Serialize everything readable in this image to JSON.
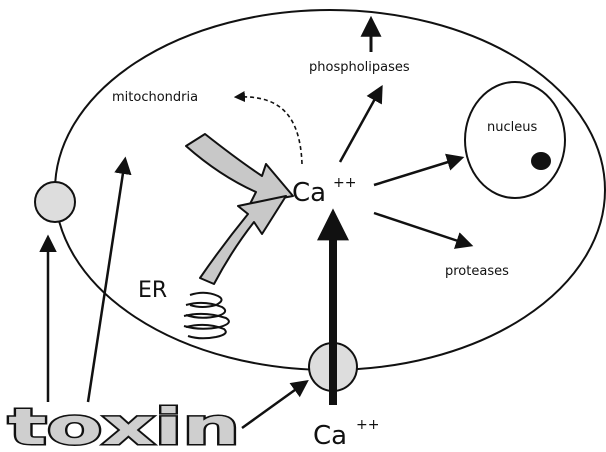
{
  "diagram": {
    "labels": {
      "mitochondria": "mitochondria",
      "phospholipases": "phospholipases",
      "nucleus": "nucleus",
      "ca_inside": "Ca",
      "ca_inside_sup": "++",
      "er": "ER",
      "proteases": "proteases",
      "toxin": "toxin",
      "ca_outside": "Ca",
      "ca_outside_sup": "++"
    },
    "colors": {
      "stroke": "#111111",
      "gray_fill": "#c8c8c8",
      "channel_fill": "#dddddd",
      "background": "#ffffff"
    }
  }
}
